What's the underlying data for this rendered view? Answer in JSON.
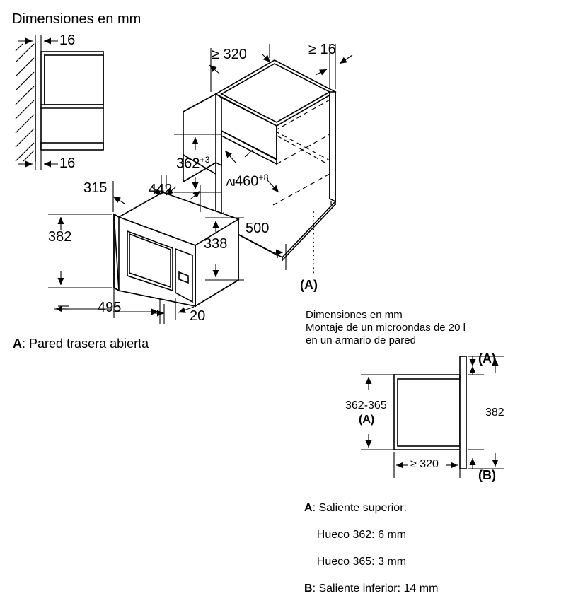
{
  "document": {
    "language": "es",
    "kind": "installation-dimension-drawing",
    "ink_color": "#000000",
    "background_color": "#ffffff"
  },
  "top_left": {
    "header": "Dimensiones en mm",
    "dim_top": "16",
    "dim_bottom": "16"
  },
  "cabinet_view": {
    "dim_depth_top": "≥ 320",
    "dim_side_gap": "≥ 16",
    "dim_height_362": "362",
    "dim_height_362_tol": "+3",
    "dim_niche_460_prefix": "≥",
    "dim_niche_460": "460",
    "dim_niche_460_tol": "+8",
    "dim_width_500": "500",
    "callout_a": "(A)"
  },
  "appliance_view": {
    "dim_315": "315",
    "dim_442": "442",
    "dim_382": "382",
    "dim_338": "338",
    "dim_495": "495",
    "dim_20": "20"
  },
  "note_a": {
    "tag": "A",
    "separator": ":",
    "text": "Pared trasera abierta"
  },
  "bottom_right": {
    "header_lines": [
      "Dimensiones en mm",
      "Montaje de un microondas de 20 l",
      "en un armario de pared"
    ],
    "dim_362_365": "362-365",
    "dim_362_365_tag": "(A)",
    "dim_382": "382",
    "dim_320": "≥ 320",
    "callout_a_top": "(A)",
    "callout_b_bottom": "(B)",
    "legend": [
      {
        "tag": "A",
        "separator": ":",
        "text": " Saliente superior:"
      },
      {
        "tag": "",
        "separator": "",
        "text": "    Hueco 362: 6 mm"
      },
      {
        "tag": "",
        "separator": "",
        "text": "    Hueco 365: 3 mm"
      },
      {
        "tag": "B",
        "separator": ":",
        "text": " Saliente inferior: 14 mm"
      }
    ]
  }
}
